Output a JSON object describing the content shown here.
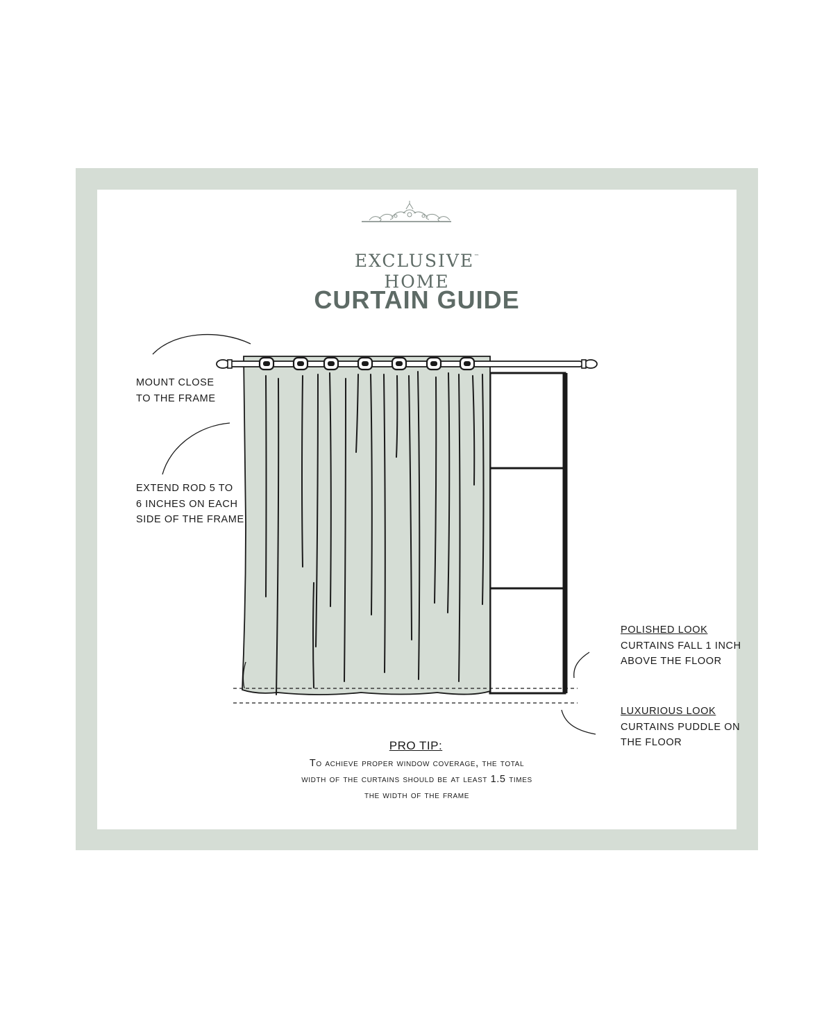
{
  "brand": {
    "name_line1": "EXCLUSIVE",
    "trademark": "™",
    "name_line2": "HOME"
  },
  "title": "CURTAIN GUIDE",
  "annotations": {
    "mount": [
      "MOUNT CLOSE",
      "TO THE FRAME"
    ],
    "extend": [
      "EXTEND ROD 5 TO",
      "6 INCHES ON EACH",
      "SIDE OF THE FRAME"
    ],
    "polished": {
      "heading": "POLISHED LOOK",
      "lines": [
        "CURTAINS FALL 1 INCH",
        "ABOVE THE FLOOR"
      ]
    },
    "luxurious": {
      "heading": "LUXURIOUS LOOK",
      "lines": [
        "CURTAINS PUDDLE ON",
        "THE FLOOR"
      ]
    }
  },
  "pro_tip": {
    "heading": "PRO TIP:",
    "lines": [
      "To achieve proper window coverage, the total",
      "width of the curtains should be at least 1.5 times",
      "the width of the frame"
    ]
  },
  "colors": {
    "frame": "#d5ddd5",
    "curtain": "#d5ddd5",
    "brand_text": "#5e6b66",
    "ink": "#1a1a1a"
  },
  "icons": {
    "ornament": "filigree-ornament-icon",
    "rod_finial": "finial-icon",
    "grommet": "grommet-icon"
  }
}
